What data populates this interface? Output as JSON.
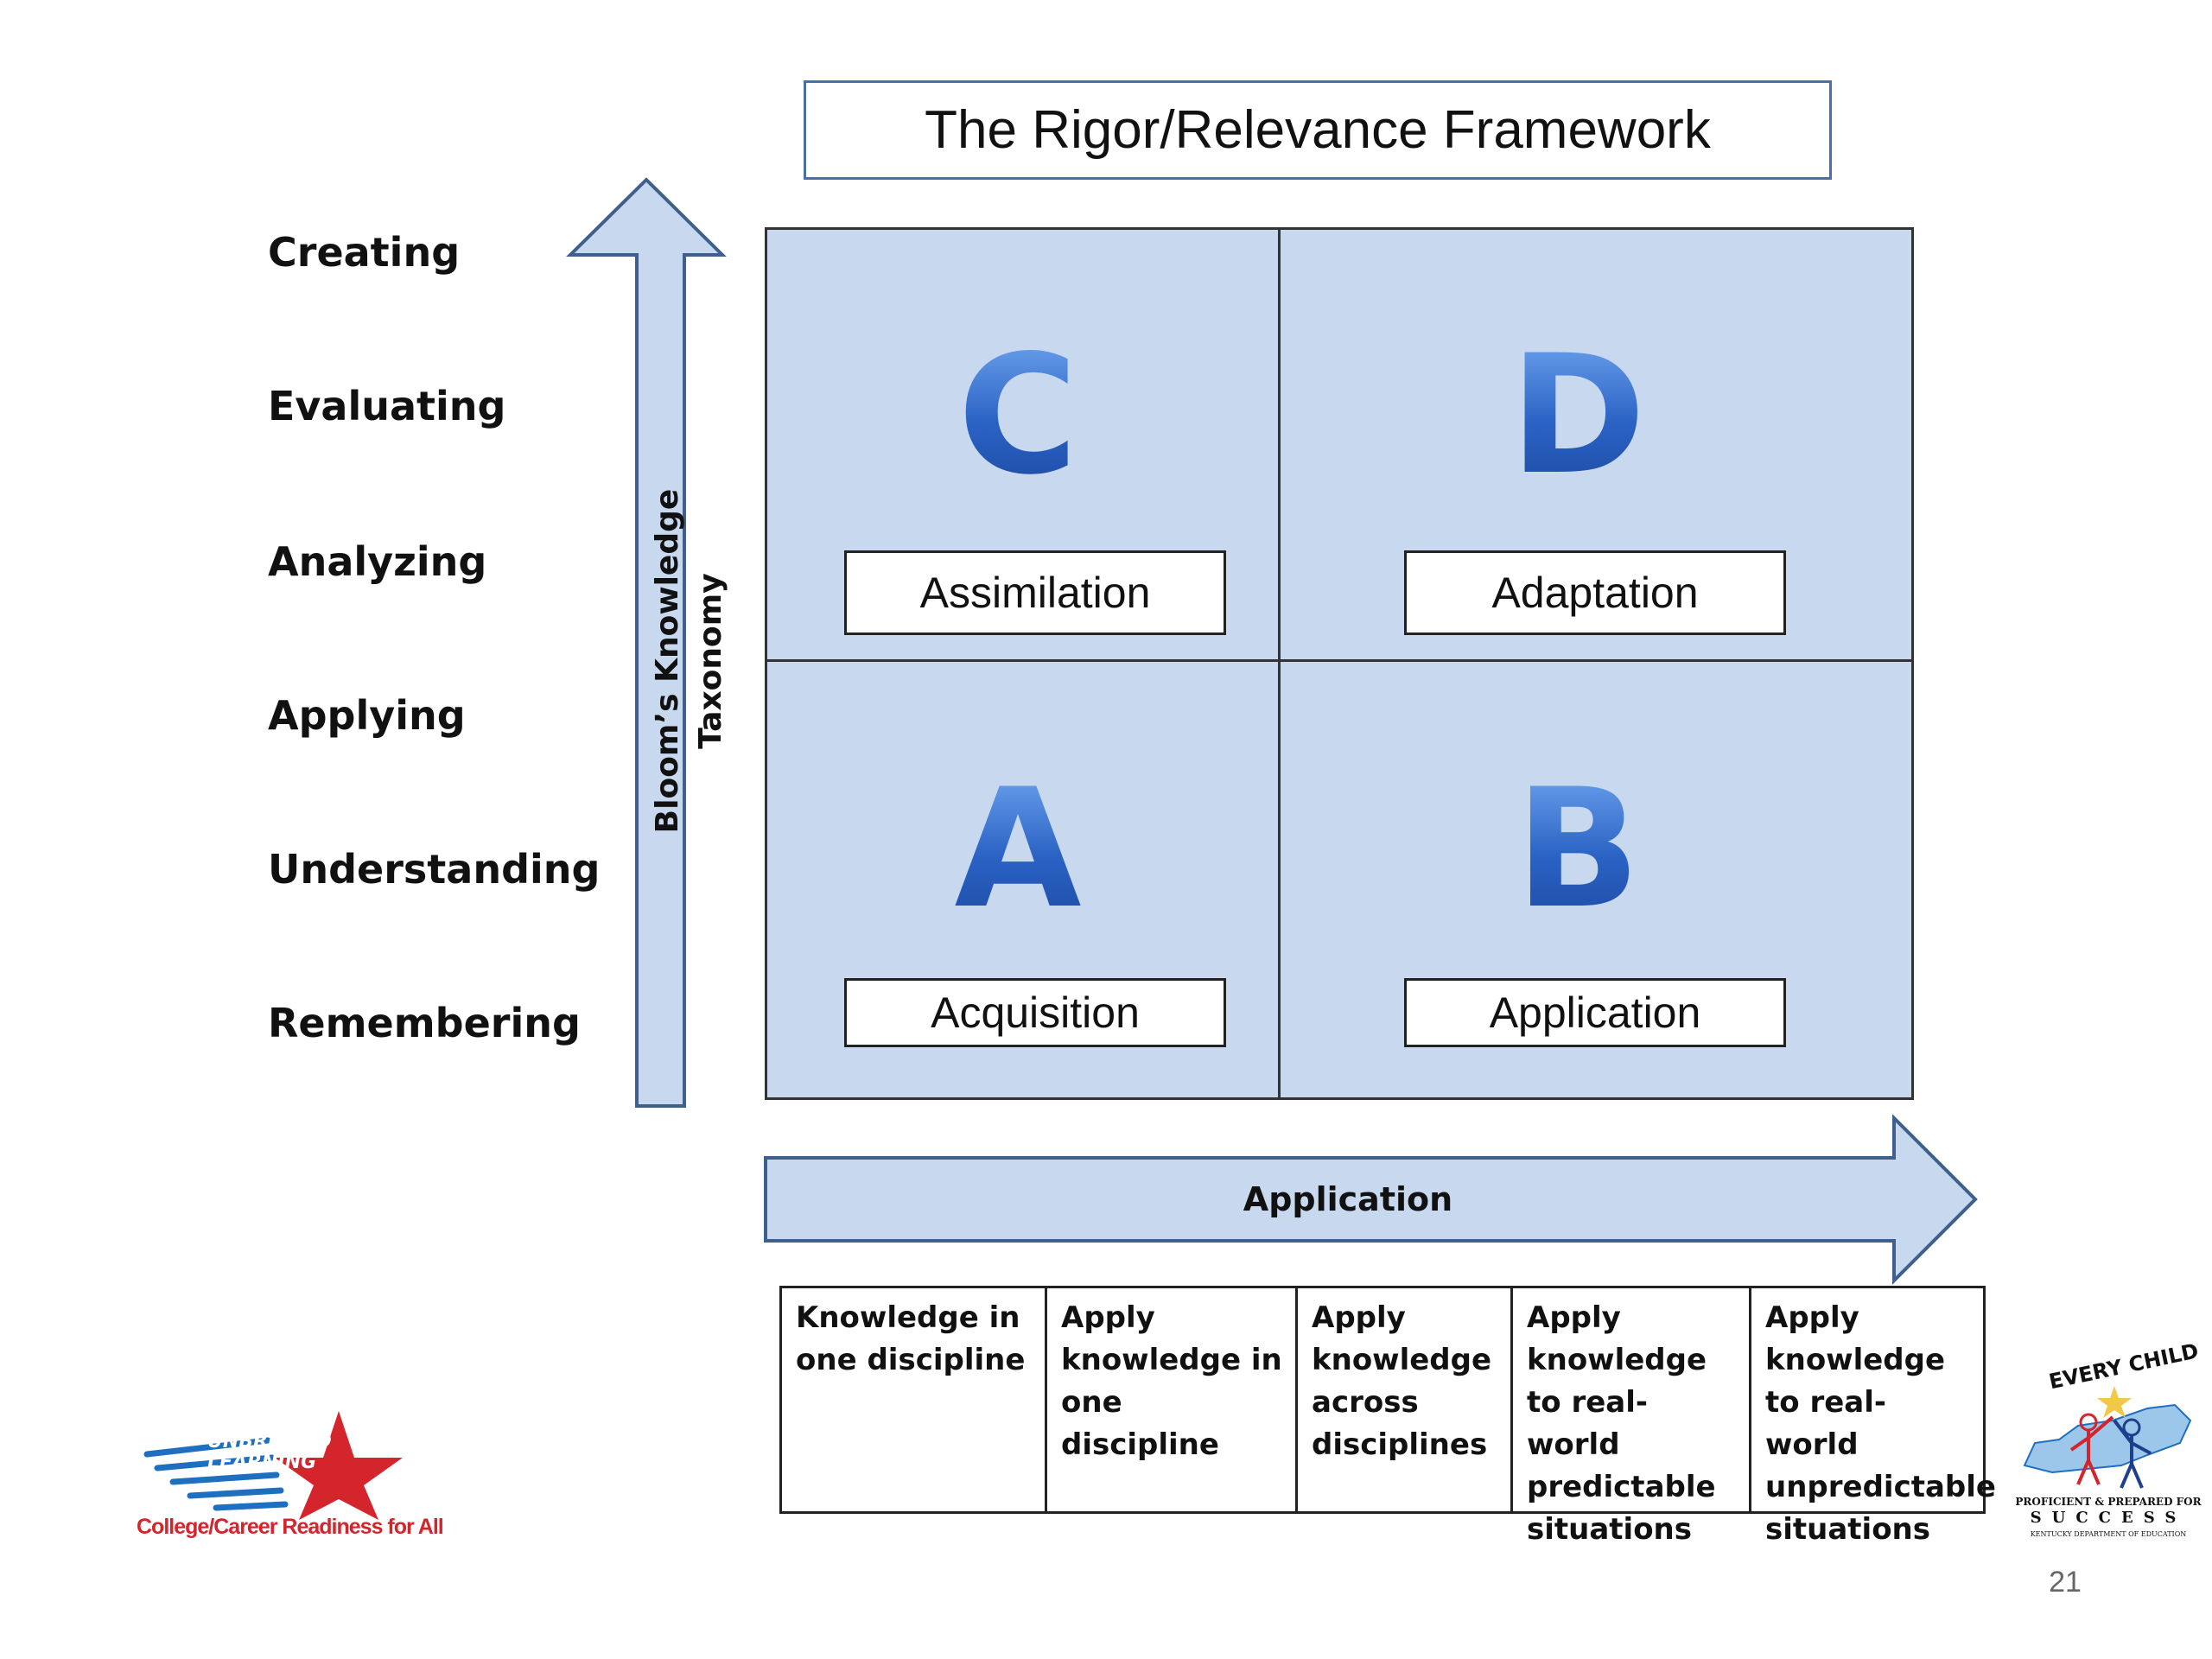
{
  "title": "The Rigor/Relevance Framework",
  "bloom_levels": [
    "Creating",
    "Evaluating",
    "Analyzing",
    "Applying",
    "Understanding",
    "Remembering"
  ],
  "vertical_axis_label": "Bloom’s Knowledge Taxonomy",
  "horizontal_axis_label": "Application",
  "quadrants": {
    "c": {
      "letter": "C",
      "label": "Assimilation"
    },
    "d": {
      "letter": "D",
      "label": "Adaptation"
    },
    "a": {
      "letter": "A",
      "label": "Acquisition"
    },
    "b": {
      "letter": "B",
      "label": "Application"
    }
  },
  "application_levels": [
    "Knowledge in one discipline",
    "Apply knowledge in one discipline",
    "Apply knowledge across disciplines",
    "Apply knowledge to real-world predictable situations",
    "Apply knowledge to real-world unpredictable situations"
  ],
  "logos": {
    "left": {
      "star_text": "UNBRIDLED LEARNING",
      "tagline": "College/Career Readiness for All"
    },
    "right": {
      "arc_text": "EVERY CHILD",
      "line1": "PROFICIENT & PREPARED FOR",
      "line2": "SUCCESS",
      "line3": "KENTUCKY DEPARTMENT OF EDUCATION"
    }
  },
  "page_number": "21",
  "colors": {
    "quadrant_fill": "#c8d9ef",
    "letter_blue": "#2f66c6",
    "arrow_fill": "#c8d9ef",
    "arrow_stroke": "#3f5f8c",
    "logo_red": "#d4242c",
    "logo_blue": "#1f6fc0"
  }
}
